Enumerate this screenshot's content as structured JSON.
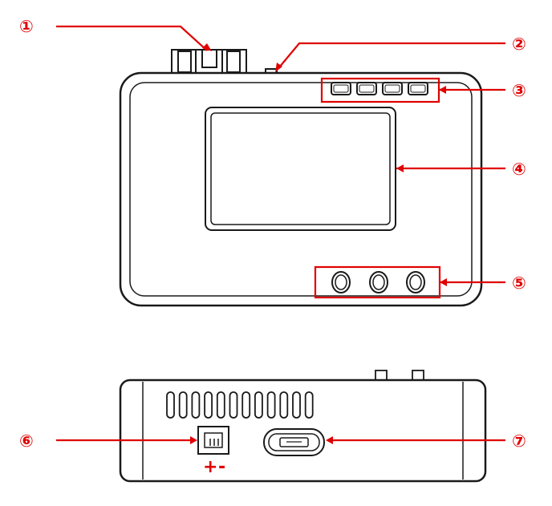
{
  "colors": {
    "callout": "#e00000",
    "outline": "#1a1a1a",
    "body": "#ffffff"
  },
  "callouts": [
    {
      "label": "①"
    },
    {
      "label": "②"
    },
    {
      "label": "③"
    },
    {
      "label": "④"
    },
    {
      "label": "⑤"
    },
    {
      "label": "⑥"
    },
    {
      "label": "⑦"
    }
  ],
  "polarity": {
    "plus": "+",
    "minus": "-"
  }
}
